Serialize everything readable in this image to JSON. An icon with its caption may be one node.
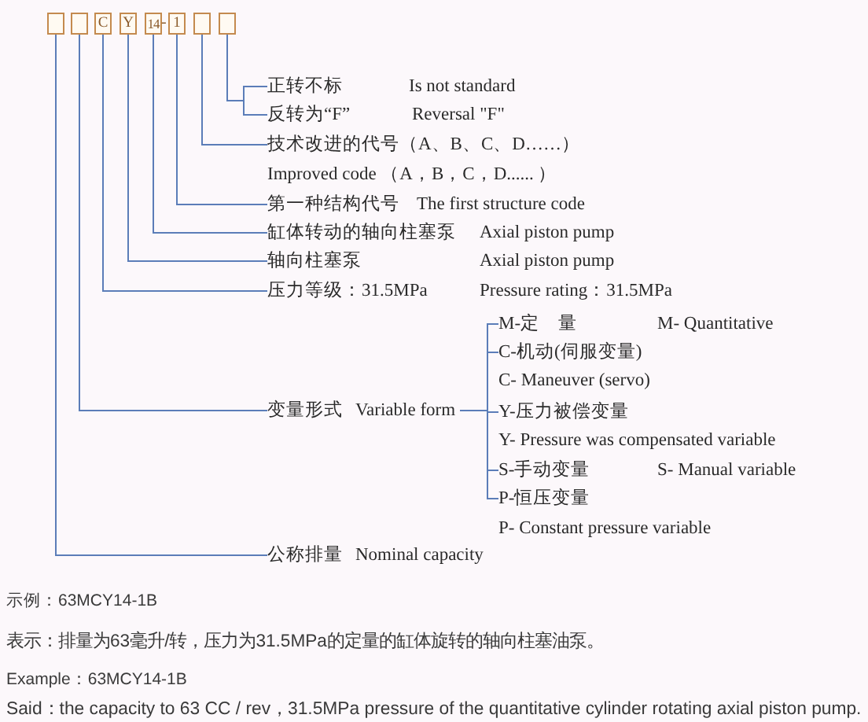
{
  "diagram": {
    "nodes": [
      {
        "text": [],
        "shape": "box"
      },
      {
        "text": [],
        "shape": "box"
      },
      {
        "text": [
          "C"
        ]
      },
      {
        "text": [
          "Y"
        ]
      },
      {
        "text": [
          "14"
        ]
      },
      {
        "text": [
          "1"
        ]
      },
      {
        "text": [],
        "shape": "box"
      },
      {
        "text": [],
        "shape": "box"
      },
      {
        "text": [
          "正转不标",
          "Is not standard"
        ]
      },
      {
        "text": [
          "反转为“F”",
          "Reversal \"F\""
        ]
      },
      {
        "text": [
          "技术改进的代号（A、B、C、D……）",
          "Improved code （A，B，C，D...... ）"
        ]
      },
      {
        "text": [
          "第一种结构代号",
          "The first structure code"
        ]
      },
      {
        "text": [
          "缸体转动的轴向柱塞泵",
          "Axial piston pump"
        ]
      },
      {
        "text": [
          "轴向柱塞泵",
          "Axial piston pump"
        ]
      },
      {
        "text": [
          "压力等级：31.5MPa",
          "Pressure rating：31.5MPa"
        ]
      },
      {
        "text": [
          "变量形式",
          "Variable form"
        ]
      },
      {
        "text": [
          "M-定　量",
          "M- Quantitative"
        ]
      },
      {
        "text": [
          "C-机动(伺服变量)",
          "C- Maneuver (servo)"
        ]
      },
      {
        "text": [
          "Y-压力被偿变量",
          "Y- Pressure was compensated variable"
        ]
      },
      {
        "text": [
          "S-手动变量",
          "S- Manual variable"
        ]
      },
      {
        "text": [
          "P-恒压变量",
          "P- Constant pressure variable"
        ]
      },
      {
        "text": [
          "公称排量",
          "Nominal capacity"
        ]
      }
    ],
    "edges": [
      {
        "from": 7,
        "to": 8,
        "arrow": "none"
      },
      {
        "from": 7,
        "to": 9,
        "arrow": "none"
      },
      {
        "from": 6,
        "to": 10,
        "arrow": "none"
      },
      {
        "from": 5,
        "to": 11,
        "arrow": "none"
      },
      {
        "from": 4,
        "to": 12,
        "arrow": "none"
      },
      {
        "from": 3,
        "to": 13,
        "arrow": "none"
      },
      {
        "from": 2,
        "to": 14,
        "arrow": "none"
      },
      {
        "from": 1,
        "to": 15,
        "arrow": "none"
      },
      {
        "from": 15,
        "to": 16,
        "arrow": "none"
      },
      {
        "from": 15,
        "to": 17,
        "arrow": "none"
      },
      {
        "from": 15,
        "to": 18,
        "arrow": "none"
      },
      {
        "from": 15,
        "to": 19,
        "arrow": "none"
      },
      {
        "from": 15,
        "to": 20,
        "arrow": "none"
      },
      {
        "from": 0,
        "to": 21,
        "arrow": "none"
      }
    ],
    "labels": [
      "-",
      "示例：63MCY14-1B",
      "表示：排量为63毫升/转，压力为31.5MPa的定量的缸体旋转的轴向柱塞油泵。",
      "Example：63MCY14-1B",
      "Said：the capacity to 63 CC / rev，31.5MPa pressure of the quantitative cylinder rotating axial piston pump."
    ]
  }
}
